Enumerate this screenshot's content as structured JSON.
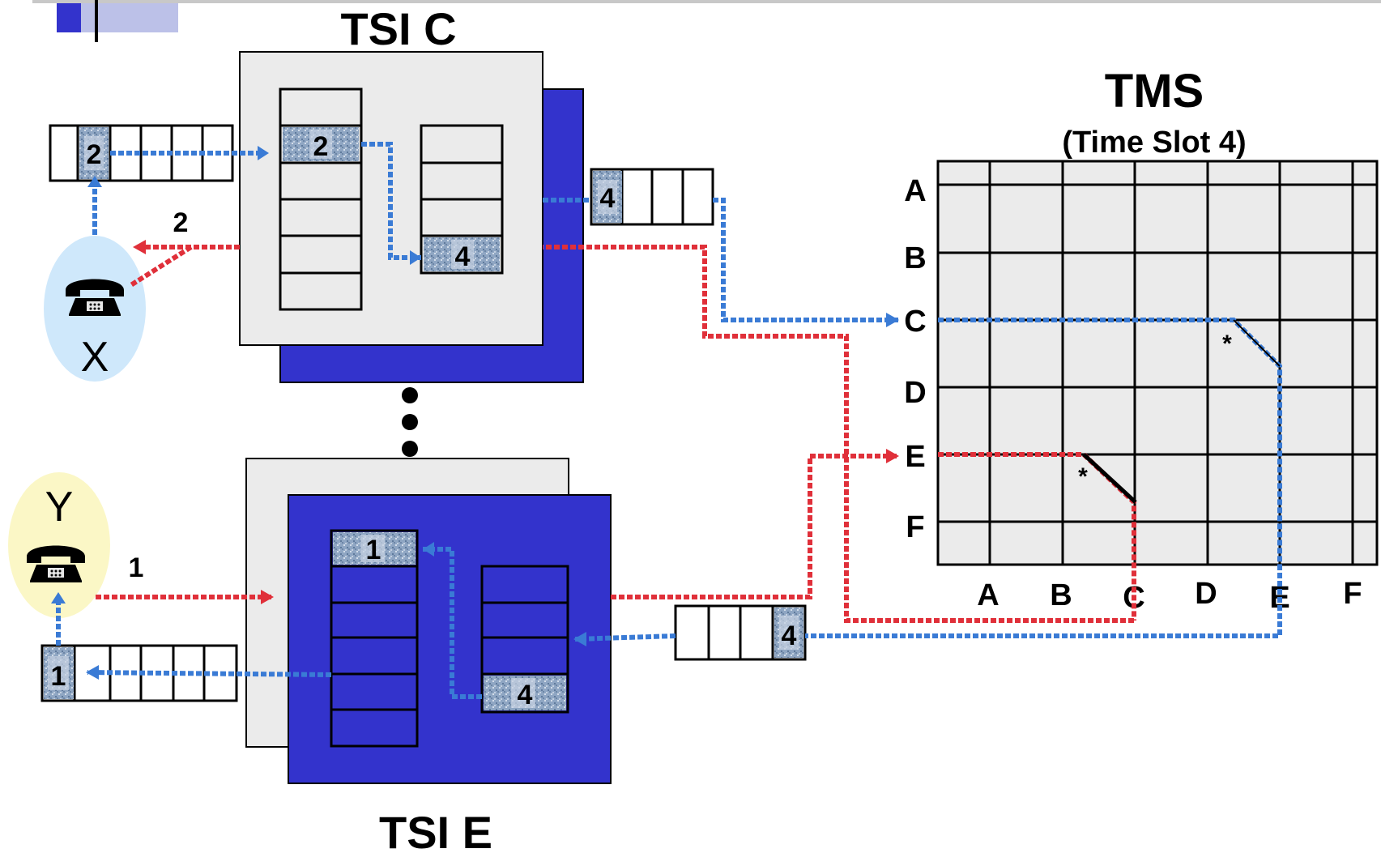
{
  "tsi_c": {
    "title": "TSI C",
    "in_slot": "2",
    "out_slot": "4",
    "in_buffer_slot": "2",
    "out_buffer_slot": "4"
  },
  "tsi_e": {
    "title": "TSI E",
    "in_slot": "1",
    "out_slot": "4",
    "in_buffer_slot": "4",
    "out_buffer_slot": "1"
  },
  "tms": {
    "title": "TMS",
    "subtitle": "(Time Slot 4)",
    "row_labels": [
      "A",
      "B",
      "C",
      "D",
      "E",
      "F"
    ],
    "col_labels": [
      "A",
      "B",
      "C",
      "D",
      "E",
      "F"
    ],
    "crosspoint_mark": "*"
  },
  "phone_x": {
    "name": "X",
    "slot_label": "2",
    "icon": "telephone-icon"
  },
  "phone_y": {
    "name": "Y",
    "slot_label": "1",
    "icon": "telephone-icon"
  },
  "colors": {
    "blue_path": "#3a7bd5",
    "red_path": "#e0303a",
    "tsi_front": "#ebebeb",
    "tsi_back": "#3333cc",
    "tms_fill": "#ebebeb",
    "slot_fill": "#9bb0c8",
    "phone_x_bg": "#cfe8fb",
    "phone_y_bg": "#fbf7c6"
  }
}
